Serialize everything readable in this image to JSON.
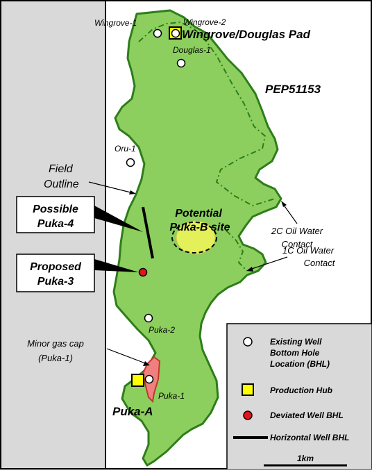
{
  "map": {
    "license": "PEP51153",
    "colors": {
      "field_fill": "#8ccf5e",
      "field_outline": "#2e7d1a",
      "background_left": "#ffffff",
      "background_right": "#d9d9d9",
      "hub": "#ffff00",
      "deviated_well": "#e0161b",
      "gas_cap": "#f08080",
      "puka_b_site": "#e3f05a"
    },
    "wells": {
      "wingrove1": "Wingrove-1",
      "wingrove2": "Wingrove-2",
      "douglas1": "Douglas-1",
      "oru1": "Oru-1",
      "puka2": "Puka-2",
      "puka1": "Puka-1"
    },
    "labels": {
      "wingrove_pad": "Wingrove/Douglas Pad",
      "field_outline_1": "Field",
      "field_outline_2": "Outline",
      "possible_puka4_1": "Possible",
      "possible_puka4_2": "Puka-4",
      "proposed_puka3_1": "Proposed",
      "proposed_puka3_2": "Puka-3",
      "puka_b_1": "Potential",
      "puka_b_2": "Puka-B site",
      "owc2c_1": "2C Oil Water",
      "owc2c_2": "Contact",
      "owc1c_1": "1C Oil Water",
      "owc1c_2": "Contact",
      "gas_cap_1": "Minor gas cap",
      "gas_cap_2": "(Puka-1)",
      "puka_a": "Puka-A"
    },
    "legend": {
      "existing_1": "Existing Well",
      "existing_2": "Bottom Hole",
      "existing_3": "Location (BHL)",
      "hub": "Production Hub",
      "deviated": "Deviated Well BHL",
      "horizontal": "Horizontal Well BHL",
      "scale": "1km"
    }
  }
}
